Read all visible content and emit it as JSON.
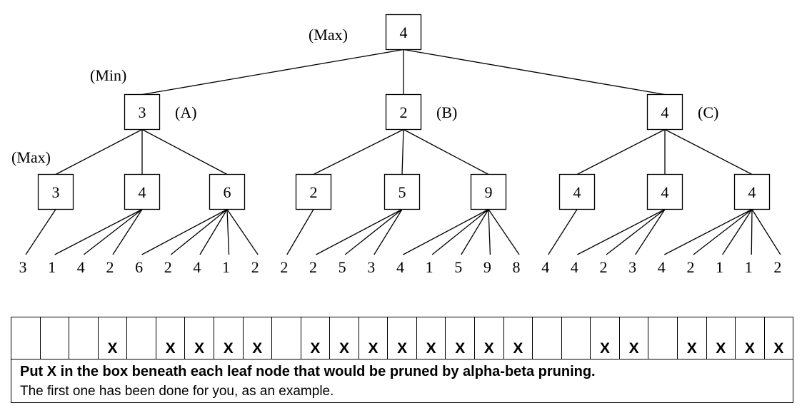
{
  "tree": {
    "level_labels": {
      "root": "(Max)",
      "level1": "(Min)",
      "level2": "(Max)"
    },
    "root": {
      "value": "4"
    },
    "subtrees": [
      {
        "label": "(A)",
        "value": "3",
        "children": [
          {
            "value": "3",
            "leaves": [
              "3"
            ]
          },
          {
            "value": "4",
            "leaves": [
              "1",
              "4",
              "2"
            ]
          },
          {
            "value": "6",
            "leaves": [
              "6",
              "2",
              "4",
              "1",
              "2"
            ]
          }
        ]
      },
      {
        "label": "(B)",
        "value": "2",
        "children": [
          {
            "value": "2",
            "leaves": [
              "2"
            ]
          },
          {
            "value": "5",
            "leaves": [
              "2",
              "5",
              "3"
            ]
          },
          {
            "value": "9",
            "leaves": [
              "4",
              "1",
              "5",
              "9",
              "8"
            ]
          }
        ]
      },
      {
        "label": "(C)",
        "value": "4",
        "children": [
          {
            "value": "4",
            "leaves": [
              "4"
            ]
          },
          {
            "value": "4",
            "leaves": [
              "4",
              "2",
              "3"
            ]
          },
          {
            "value": "4",
            "leaves": [
              "4",
              "2",
              "1",
              "1",
              "2"
            ]
          }
        ]
      }
    ]
  },
  "answer_grid": {
    "marks": [
      "",
      "",
      "",
      "X",
      "",
      "X",
      "X",
      "X",
      "X",
      "",
      "X",
      "X",
      "X",
      "X",
      "X",
      "X",
      "X",
      "X",
      "",
      "",
      "X",
      "X",
      "",
      "X",
      "X",
      "X",
      "X"
    ],
    "instruction_bold": "Put X in the box beneath each leaf node that would be pruned by alpha-beta pruning.",
    "instruction_normal": "The first one has been done for you, as an example."
  }
}
